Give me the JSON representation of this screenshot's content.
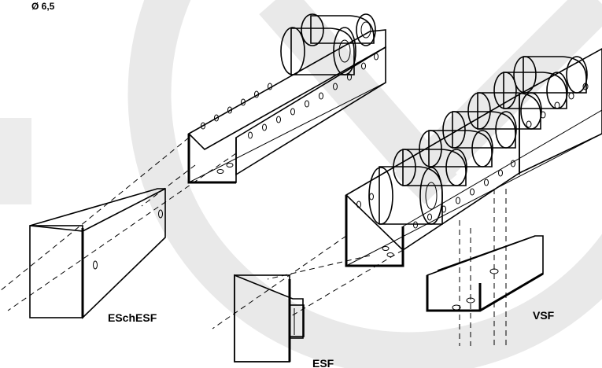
{
  "dimension_label": "Ø 6,5",
  "parts": [
    {
      "key": "eschesf",
      "label": "ESchESF"
    },
    {
      "key": "esf",
      "label": "ESF"
    },
    {
      "key": "vsf",
      "label": "VSF"
    }
  ]
}
